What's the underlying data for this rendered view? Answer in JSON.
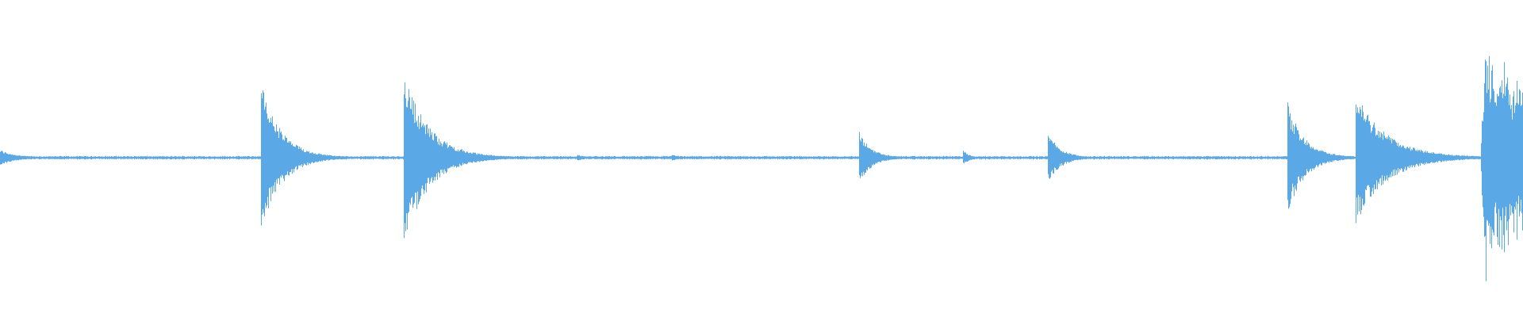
{
  "waveform": {
    "color": "#5aa9e6",
    "background": "#ffffff",
    "duration": 1,
    "amplitude_range": [
      -1,
      1
    ],
    "baseline_amplitude": 0.01,
    "transients": [
      {
        "t": 0.0,
        "amp": 0.05,
        "decay": 0.01
      },
      {
        "t": 0.171,
        "amp": 0.51,
        "decay": 0.013
      },
      {
        "t": 0.265,
        "amp": 0.58,
        "decay": 0.016
      },
      {
        "t": 0.379,
        "amp": 0.02,
        "decay": 0.004
      },
      {
        "t": 0.441,
        "amp": 0.02,
        "decay": 0.004
      },
      {
        "t": 0.564,
        "amp": 0.17,
        "decay": 0.008
      },
      {
        "t": 0.632,
        "amp": 0.05,
        "decay": 0.004
      },
      {
        "t": 0.688,
        "amp": 0.17,
        "decay": 0.008
      },
      {
        "t": 0.751,
        "amp": 0.01,
        "decay": 0.004
      },
      {
        "t": 0.845,
        "amp": 0.38,
        "decay": 0.011
      },
      {
        "t": 0.89,
        "amp": 0.44,
        "decay": 0.02
      },
      {
        "t": 0.928,
        "amp": 0.05,
        "decay": 0.005
      }
    ],
    "burst": {
      "start": 0.972,
      "end": 1.0,
      "amp": 0.92
    }
  }
}
